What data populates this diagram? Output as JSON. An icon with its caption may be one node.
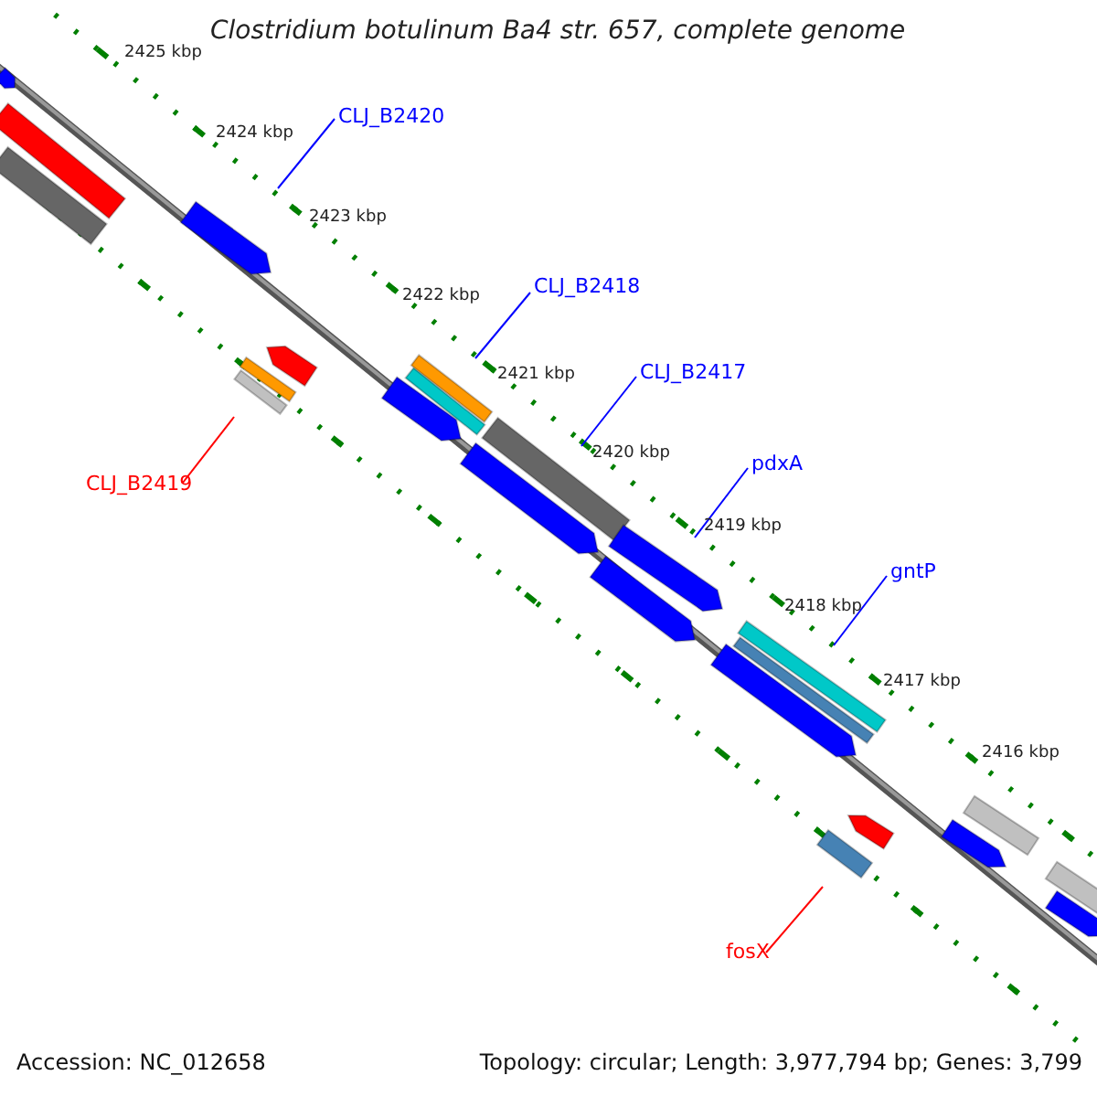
{
  "diagram": {
    "title": "Clostridium botulinum Ba4 str. 657, complete genome",
    "nodes": [
      {
        "text": [
          "CLJ_B2420"
        ]
      },
      {
        "text": [],
        "shape": "bar"
      },
      {
        "text": [
          "CLJ_B2418"
        ]
      },
      {
        "text": [],
        "shape": "bar"
      },
      {
        "text": [
          "CLJ_B2419"
        ]
      },
      {
        "text": [],
        "shape": "bar"
      },
      {
        "text": [
          "CLJ_B2417"
        ]
      },
      {
        "text": [],
        "shape": "bar"
      },
      {
        "text": [
          "pdxA"
        ]
      },
      {
        "text": [],
        "shape": "bar"
      },
      {
        "text": [
          "gntP"
        ]
      },
      {
        "text": [],
        "shape": "bar"
      },
      {
        "text": [
          "fosX"
        ]
      },
      {
        "text": [],
        "shape": "bar"
      },
      {
        "text": [],
        "shape": "bar"
      },
      {
        "text": [],
        "shape": "bar"
      }
    ],
    "edges": [
      {
        "from": 0,
        "to": 1,
        "arrow": "none"
      },
      {
        "from": 2,
        "to": 3,
        "arrow": "none"
      },
      {
        "from": 4,
        "to": 5,
        "arrow": "none",
        "color": "#ff0000"
      },
      {
        "from": 6,
        "to": 7,
        "arrow": "none"
      },
      {
        "from": 8,
        "to": 9,
        "arrow": "none"
      },
      {
        "from": 10,
        "to": 11,
        "arrow": "none"
      },
      {
        "from": 12,
        "to": 13,
        "arrow": "none",
        "color": "#ff0000"
      }
    ],
    "labels": [
      "2425 kbp",
      "2424 kbp",
      "2423 kbp",
      "2422 kbp",
      "2421 kbp",
      "2420 kbp",
      "2419 kbp",
      "2418 kbp",
      "2417 kbp",
      "2416 kbp",
      "Accession: NC_012658",
      "Topology: circular; Length: 3,977,794 bp; Genes: 3,799"
    ]
  }
}
